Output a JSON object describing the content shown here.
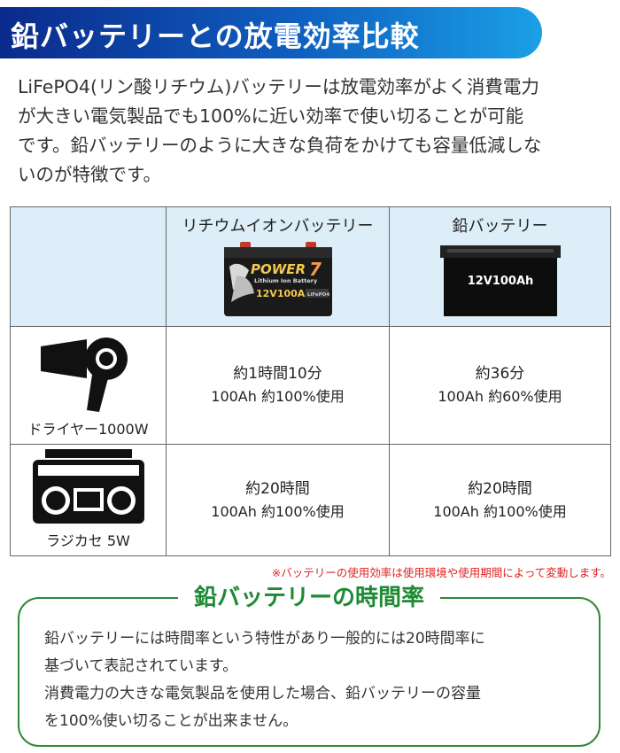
{
  "header": {
    "title": "鉛バッテリーとの放電効率比較"
  },
  "intro": {
    "lines": [
      "LiFePO4(リン酸リチウム)バッテリーは放電効率がよく消費電力",
      "が大きい電気製品でも100%に近い効率で使い切ることが可能",
      "です。鉛バッテリーのように大きな負荷をかけても容量低減しな",
      "いのが特徴です。"
    ]
  },
  "table": {
    "columns": [
      "リチウムイオンバッテリー",
      "鉛バッテリー"
    ],
    "lithium_battery": {
      "brand": "POWER",
      "brand_num": "7",
      "sub": "Lithium Ion Battery",
      "model": "12V100Ah",
      "tag": "LiFePO4"
    },
    "lead_battery": {
      "label": "12V100Ah"
    },
    "rows": [
      {
        "device": "ドライヤー1000W",
        "icon": "hair-dryer-icon",
        "lithium": [
          "約1時間10分",
          "100Ah 約100%使用"
        ],
        "lead": [
          "約36分",
          "100Ah 約60%使用"
        ]
      },
      {
        "device": "ラジカセ 5W",
        "icon": "radio-cassette-icon",
        "lithium": [
          "約20時間",
          "100Ah 約100%使用"
        ],
        "lead": [
          "約20時間",
          "100Ah 約100%使用"
        ]
      }
    ]
  },
  "note": "※バッテリーの使用効率は使用環境や使用期間によって変動します。",
  "box": {
    "title": "鉛バッテリーの時間率",
    "lines": [
      "鉛バッテリーには時間率という特性があり一般的には20時間率に",
      "基づいて表記されています。",
      "消費電力の大きな電気製品を使用した場合、鉛バッテリーの容量",
      "を100%使い切ることが出来ません。"
    ]
  },
  "colors": {
    "header_start": "#0a2a8c",
    "header_end": "#1aa0e6",
    "table_header_bg": "#ddeef8",
    "note": "#e02020",
    "box_border": "#2f8a3a",
    "box_title": "#1f8a34"
  }
}
